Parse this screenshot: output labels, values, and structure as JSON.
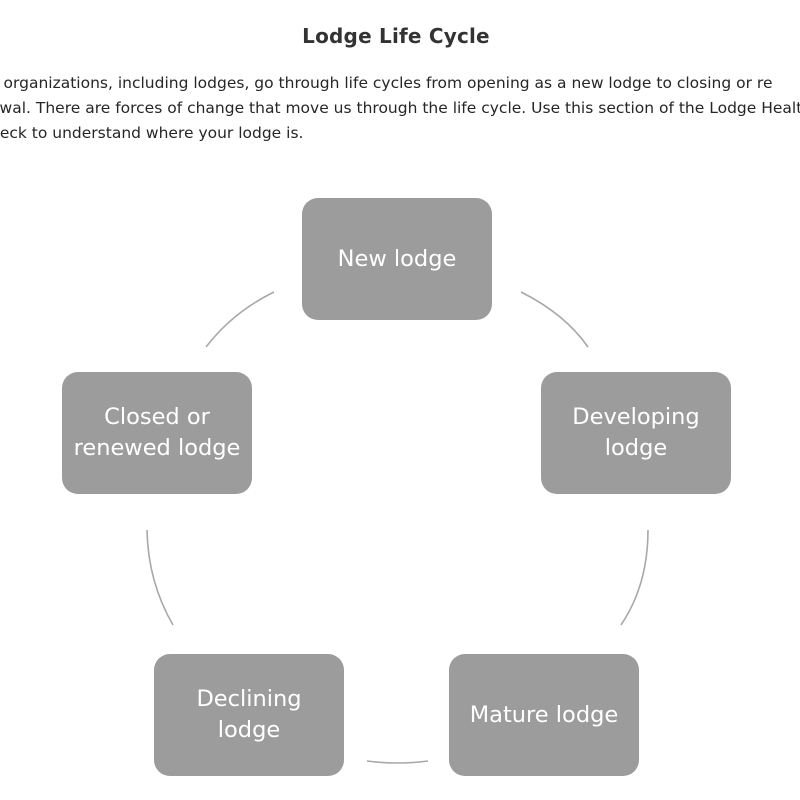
{
  "page": {
    "title": "Lodge Life Cycle",
    "intro_lines": [
      "ll organizations, including lodges, go through life cycles from opening as a new lodge to closing or re",
      "ewal. There are forces of change that move us through the life cycle. Use this section of the Lodge Health",
      "heck to understand where your lodge is."
    ]
  },
  "diagram": {
    "type": "cycle",
    "stages": [
      {
        "lines": [
          "New lodge"
        ]
      },
      {
        "lines": [
          "Developing",
          "lodge"
        ]
      },
      {
        "lines": [
          "Mature lodge"
        ]
      },
      {
        "lines": [
          "Declining",
          "lodge"
        ]
      },
      {
        "lines": [
          "Closed or",
          "renewed lodge"
        ]
      }
    ],
    "colors": {
      "node_fill": "#9c9c9c",
      "node_text": "#ffffff",
      "connector": "#a8a8a8"
    }
  }
}
